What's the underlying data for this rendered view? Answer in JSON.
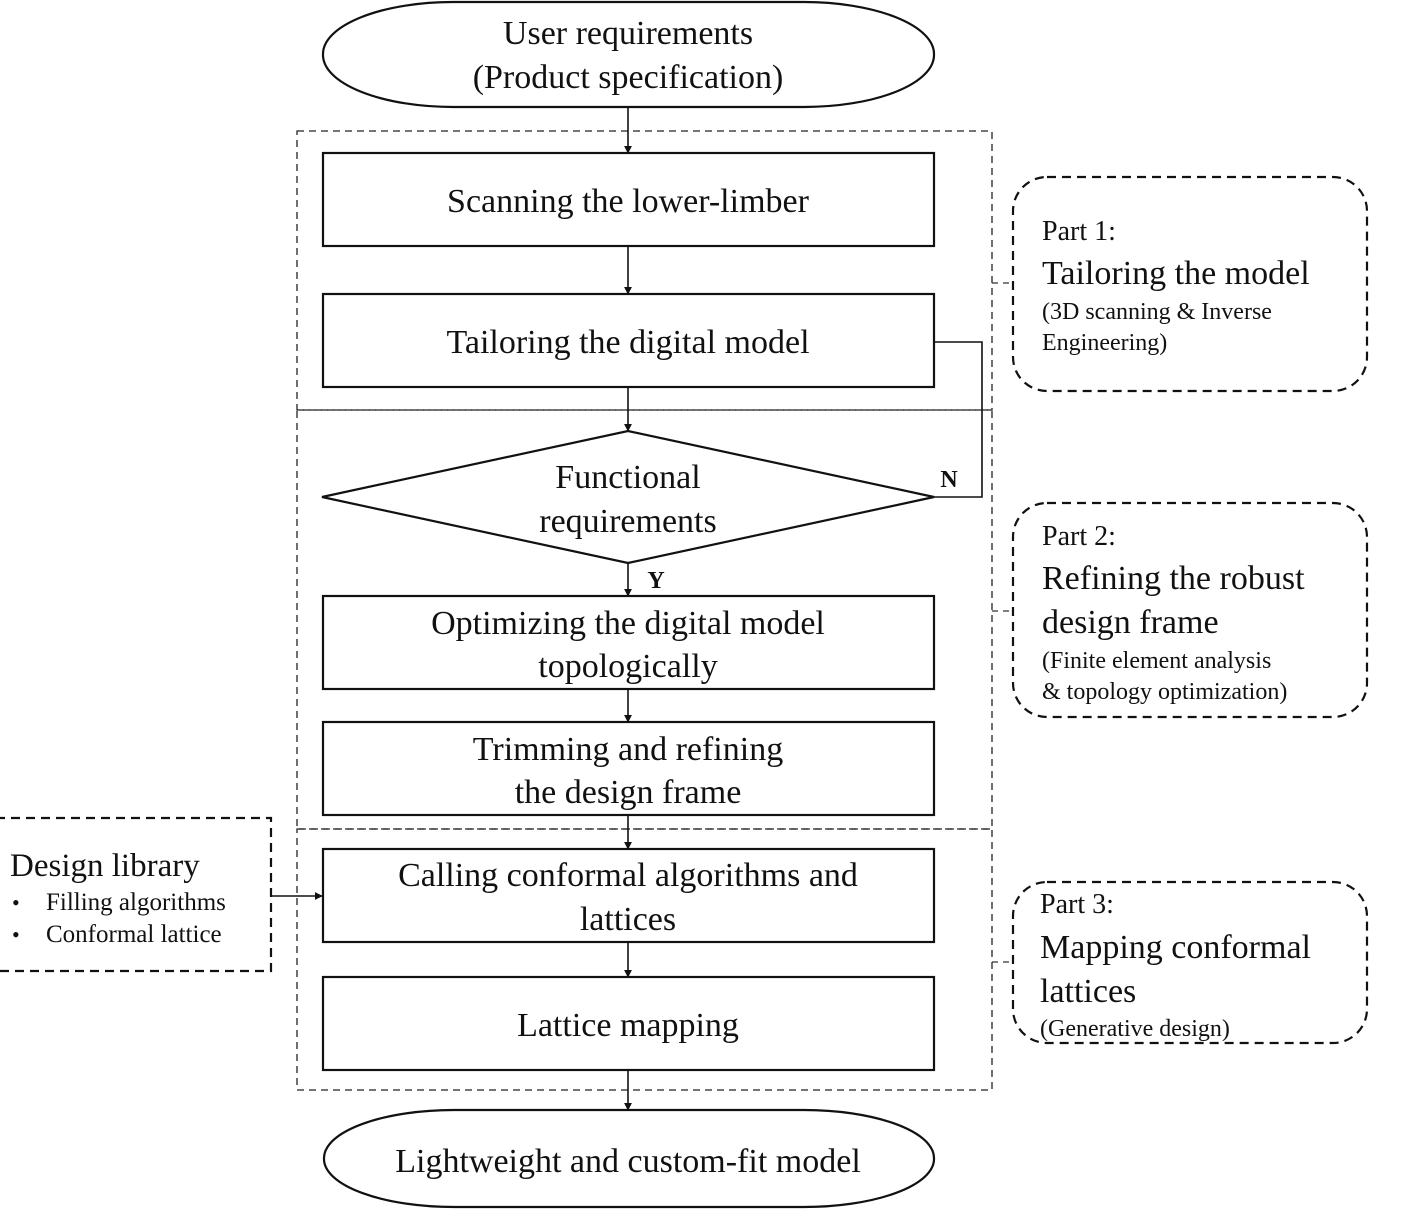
{
  "nodes": {
    "start": {
      "line1": "User requirements",
      "line2": "(Product specification)"
    },
    "scan": {
      "label": "Scanning the lower-limber"
    },
    "tailor": {
      "label": "Tailoring the digital model"
    },
    "decision": {
      "line1": "Functional",
      "line2": "requirements"
    },
    "optimize": {
      "line1": "Optimizing the digital model",
      "line2": "topologically"
    },
    "trim": {
      "line1": "Trimming and refining",
      "line2": "the design frame"
    },
    "calling": {
      "line1": "Calling conformal algorithms and",
      "line2": "lattices"
    },
    "mapping": {
      "label": "Lattice mapping"
    },
    "end": {
      "label": "Lightweight and custom-fit model"
    }
  },
  "edge_labels": {
    "no": "N",
    "yes": "Y"
  },
  "library": {
    "title": "Design library",
    "bullet": "•",
    "items": [
      "Filling algorithms",
      "Conformal lattice"
    ]
  },
  "parts": [
    {
      "heading": "Part 1:",
      "title_lines": [
        "Tailoring the model"
      ],
      "note_lines": [
        "(3D scanning & Inverse",
        "Engineering)"
      ]
    },
    {
      "heading": "Part 2:",
      "title_lines": [
        "Refining the robust",
        "design frame"
      ],
      "note_lines": [
        "(Finite element analysis",
        "& topology optimization)"
      ]
    },
    {
      "heading": "Part 3:",
      "title_lines": [
        "Mapping conformal",
        "lattices"
      ],
      "note_lines": [
        "(Generative design)"
      ]
    }
  ]
}
